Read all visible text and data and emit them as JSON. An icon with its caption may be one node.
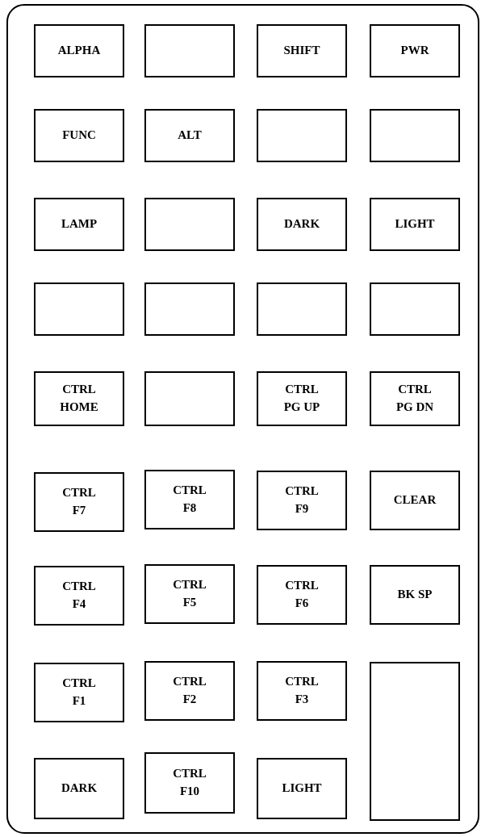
{
  "diagram": {
    "nodes": [
      {
        "text": [],
        "shape": "box"
      },
      {
        "text": [
          "ALPHA"
        ],
        "in": 0
      },
      {
        "text": [],
        "shape": "box",
        "in": 0
      },
      {
        "text": [
          "SHIFT"
        ],
        "in": 0
      },
      {
        "text": [
          "PWR"
        ],
        "in": 0
      },
      {
        "text": [
          "FUNC"
        ],
        "in": 0
      },
      {
        "text": [
          "ALT"
        ],
        "in": 0
      },
      {
        "text": [],
        "shape": "box",
        "in": 0
      },
      {
        "text": [],
        "shape": "box",
        "in": 0
      },
      {
        "text": [
          "LAMP"
        ],
        "in": 0
      },
      {
        "text": [],
        "shape": "box",
        "in": 0
      },
      {
        "text": [
          "DARK"
        ],
        "in": 0
      },
      {
        "text": [
          "LIGHT"
        ],
        "in": 0
      },
      {
        "text": [],
        "shape": "box",
        "in": 0
      },
      {
        "text": [],
        "shape": "box",
        "in": 0
      },
      {
        "text": [],
        "shape": "box",
        "in": 0
      },
      {
        "text": [],
        "shape": "box",
        "in": 0
      },
      {
        "text": [
          "CTRL HOME"
        ],
        "in": 0
      },
      {
        "text": [],
        "shape": "box",
        "in": 0
      },
      {
        "text": [
          "CTRL PG UP"
        ],
        "in": 0
      },
      {
        "text": [
          "CTRL PG DN"
        ],
        "in": 0
      },
      {
        "text": [
          "CTRL F7"
        ],
        "in": 0
      },
      {
        "text": [
          "CTRL F8"
        ],
        "in": 0
      },
      {
        "text": [
          "CTRL F9"
        ],
        "in": 0
      },
      {
        "text": [
          "CLEAR"
        ],
        "in": 0
      },
      {
        "text": [
          "CTRL F4"
        ],
        "in": 0
      },
      {
        "text": [
          "CTRL F5"
        ],
        "in": 0
      },
      {
        "text": [
          "CTRL F6"
        ],
        "in": 0
      },
      {
        "text": [
          "BK SP"
        ],
        "in": 0
      },
      {
        "text": [
          "CTRL F1"
        ],
        "in": 0
      },
      {
        "text": [
          "CTRL F2"
        ],
        "in": 0
      },
      {
        "text": [
          "CTRL F3"
        ],
        "in": 0
      },
      {
        "text": [],
        "shape": "box",
        "in": 0
      },
      {
        "text": [
          "DARK"
        ],
        "in": 0
      },
      {
        "text": [
          "CTRL F10"
        ],
        "in": 0
      },
      {
        "text": [
          "LIGHT"
        ],
        "in": 0
      }
    ]
  }
}
